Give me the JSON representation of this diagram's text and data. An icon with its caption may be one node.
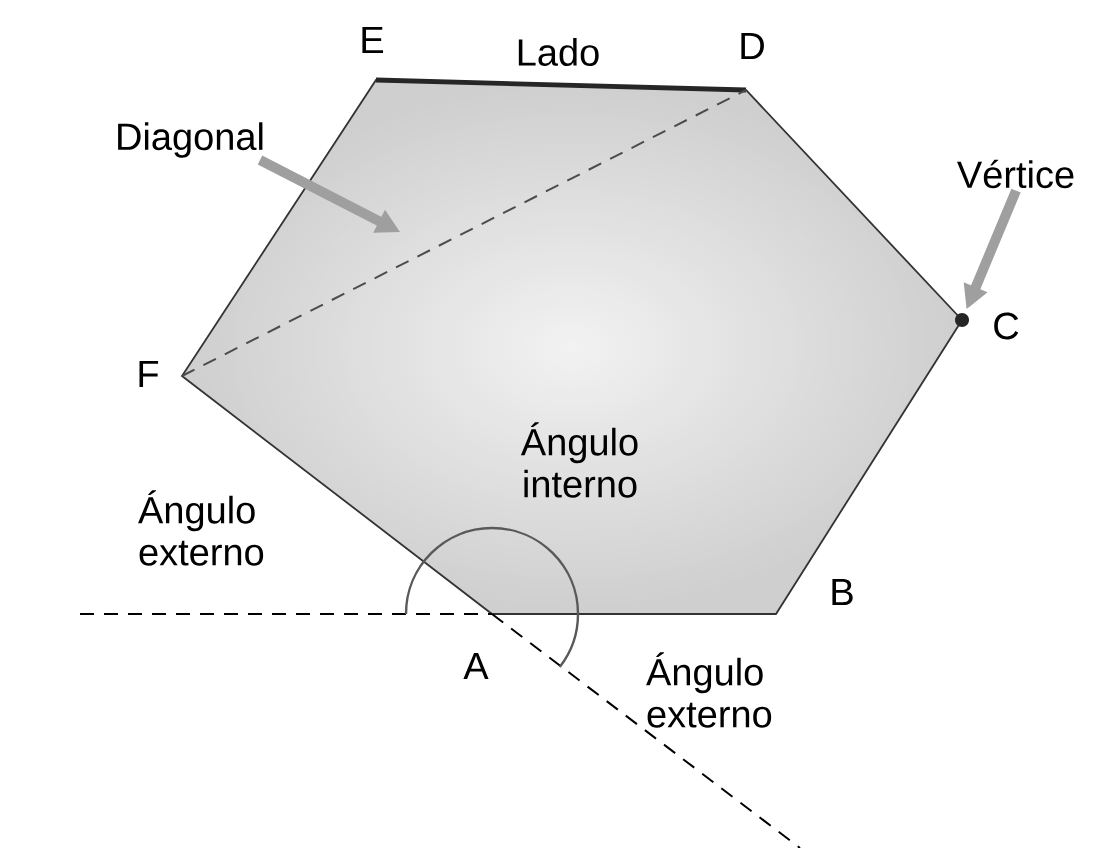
{
  "diagram": {
    "nodes": [
      {
        "text": [
          "Diagonal"
        ]
      },
      {
        "text": [
          "Vértice"
        ]
      },
      {
        "text": [],
        "shape": "circle"
      }
    ],
    "edges": [
      {
        "from": 0,
        "to": null,
        "arrow": "to"
      },
      {
        "from": 1,
        "to": 2,
        "arrow": "to"
      }
    ],
    "labels": [
      "E",
      "Lado",
      "D",
      "C",
      "F",
      "Ángulo interno",
      "Ángulo externo",
      "B",
      "A",
      "Ángulo externo"
    ]
  }
}
